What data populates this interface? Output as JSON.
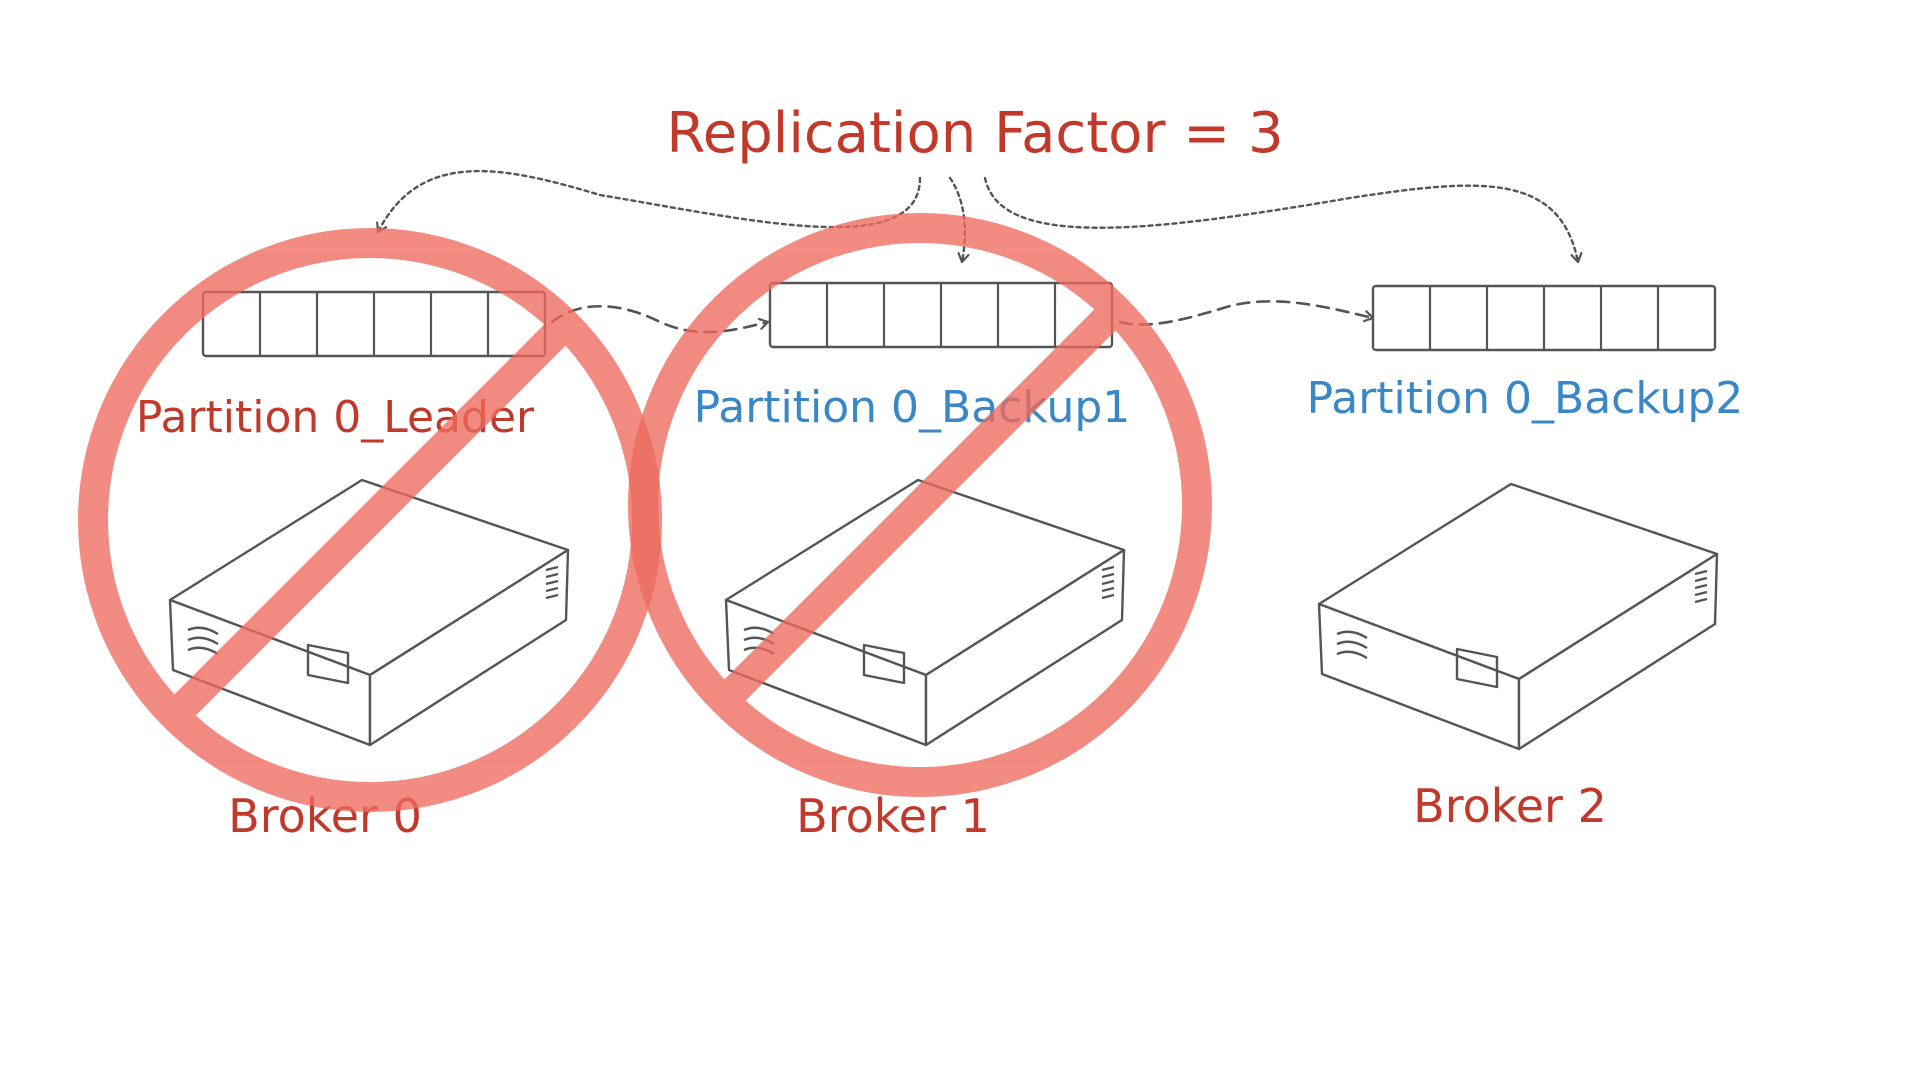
{
  "title": "Replication Factor = 3",
  "colors": {
    "background": "#ffffff",
    "title": "#c0392b",
    "leader_label": "#c0392b",
    "backup_label": "#3a87c7",
    "broker_label": "#c0392b",
    "ink": "#555555",
    "arrow": "#555555",
    "prohibition": "#ee6a5e"
  },
  "brokers": [
    {
      "partition_label": "Partition 0_Leader",
      "partition_role": "leader",
      "broker_label": "Broker 0",
      "crossed_out": true,
      "log_cells": 6
    },
    {
      "partition_label": "Partition 0_Backup1",
      "partition_role": "backup",
      "broker_label": "Broker 1",
      "crossed_out": true,
      "log_cells": 6
    },
    {
      "partition_label": "Partition 0_Backup2",
      "partition_role": "backup",
      "broker_label": "Broker 2",
      "crossed_out": false,
      "log_cells": 6
    }
  ],
  "icons": {
    "server": "server-box-icon",
    "prohibition": "prohibition-sign-icon",
    "replication_arrow": "dashed-arrow-icon"
  }
}
